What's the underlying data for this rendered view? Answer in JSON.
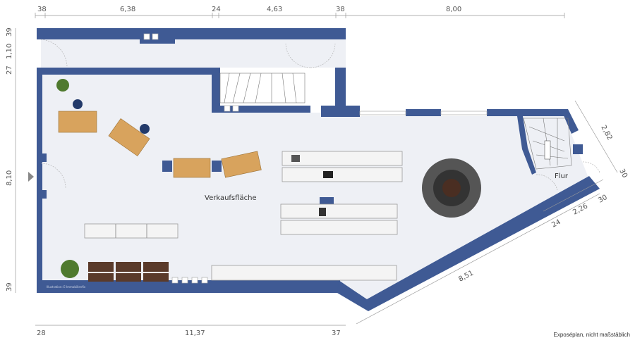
{
  "dimensions": {
    "top": [
      "38",
      "6,38",
      "24",
      "4,63",
      "38",
      "8,00"
    ],
    "left": [
      "39",
      "1,10",
      "27",
      "8,10",
      "39"
    ],
    "bottom": [
      "28",
      "11,37",
      "37"
    ],
    "right": [
      "2,82",
      "30",
      "30",
      "2,26",
      "24",
      "8,51"
    ]
  },
  "rooms": {
    "sales_floor": "Verkaufsfläche",
    "hallway": "Flur"
  },
  "footer_note": "Exposéplan, nicht maßstäblich",
  "watermark": "Illustration: E-Immobilienfix",
  "colors": {
    "wall": "#3f5a94",
    "floor": "#eef0f5"
  }
}
